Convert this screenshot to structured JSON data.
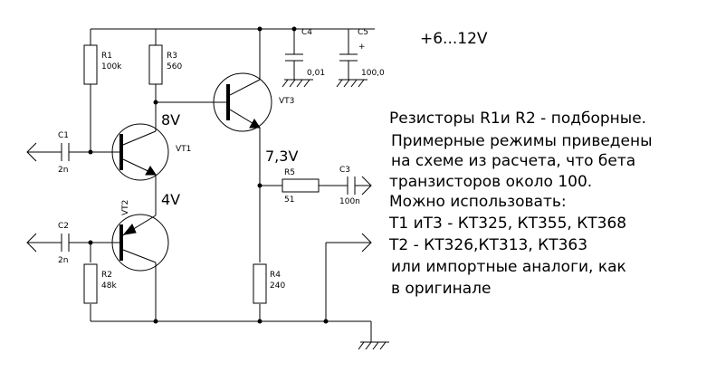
{
  "supply": {
    "label": "+6...12V"
  },
  "components": {
    "r1": {
      "ref": "R1",
      "value": "100k"
    },
    "r2": {
      "ref": "R2",
      "value": "48k"
    },
    "r3": {
      "ref": "R3",
      "value": "560"
    },
    "r4": {
      "ref": "R4",
      "value": "240"
    },
    "r5": {
      "ref": "R5",
      "value": "51"
    },
    "c1": {
      "ref": "C1",
      "value": "2n"
    },
    "c2": {
      "ref": "C2",
      "value": "2n"
    },
    "c3": {
      "ref": "C3",
      "value": "100n"
    },
    "c4": {
      "ref": "C4",
      "value": "0,01"
    },
    "c5": {
      "ref": "C5",
      "value": "100,0",
      "polarity": "+"
    },
    "vt1": {
      "ref": "VT1"
    },
    "vt2": {
      "ref": "VT2"
    },
    "vt3": {
      "ref": "VT3"
    }
  },
  "voltages": {
    "vt1_collector": "8V",
    "vt1_emitter": "4V",
    "output": "7,3V"
  },
  "notes": [
    "Резисторы  R1и R2 - подборные.",
    " Примерные режимы приведены",
    " на схеме из расчета, что бета",
    "транзисторов около 100.",
    "Можно использовать:",
    "Т1 иТ3 - КТ325, КТ355, КТ368",
    "Т2 - КТ326,КТ313, КТ363",
    "или импортные аналоги, как",
    "в оригинале"
  ]
}
